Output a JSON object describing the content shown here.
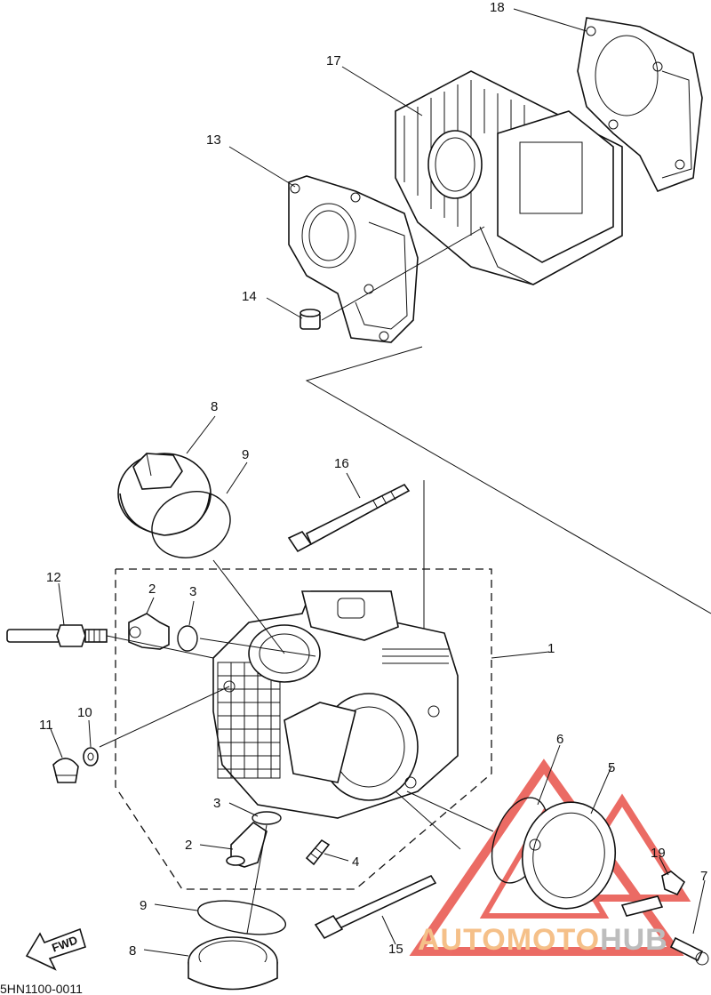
{
  "callouts": {
    "c1": "1",
    "c2a": "2",
    "c2b": "2",
    "c3a": "3",
    "c3b": "3",
    "c4": "4",
    "c5": "5",
    "c6": "6",
    "c7": "7",
    "c8a": "8",
    "c8b": "8",
    "c9a": "9",
    "c9b": "9",
    "c10": "10",
    "c11": "11",
    "c12": "12",
    "c13": "13",
    "c14": "14",
    "c15": "15",
    "c16": "16",
    "c17": "17",
    "c18": "18",
    "c19": "19"
  },
  "fwd_label": "FWD",
  "diagram_code": "5HN1100-0011",
  "watermark": {
    "text_part1": "AUTOMOTO",
    "text_part2": "HUB",
    "color_part1": "#f5c089",
    "color_part2": "#bdbdbd",
    "logo_color": "#e8524a"
  }
}
